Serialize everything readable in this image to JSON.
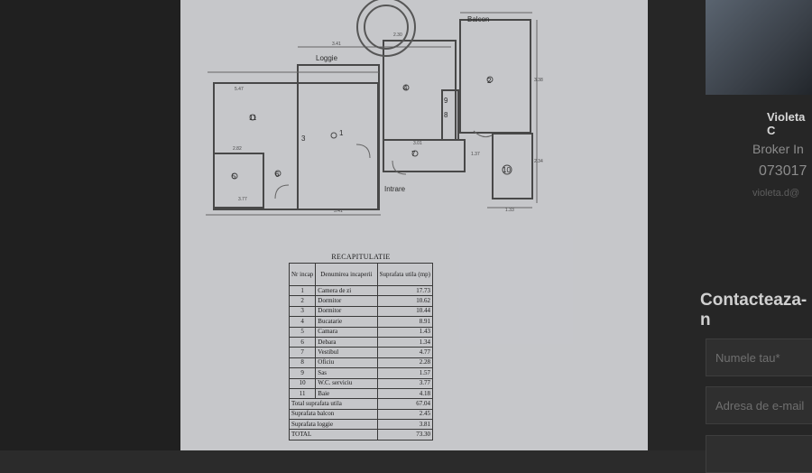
{
  "plan": {
    "labels": {
      "balcon": "Balcon",
      "loggie": "Loggie",
      "intrare": "Intrare"
    },
    "room_numbers": [
      "1",
      "2",
      "3",
      "4",
      "5",
      "6",
      "7",
      "8",
      "9",
      "10",
      "11"
    ],
    "dimensions": [
      "5.41",
      "3.01",
      "5.47",
      "2.82",
      "3.41",
      "3.38",
      "1.37",
      "1.33",
      "2.34",
      "2.30",
      "3.77"
    ]
  },
  "recap": {
    "title": "RECAPITULATIE",
    "headers": [
      "Nr incap",
      "Denumirea incaperii",
      "Suprafata utila (mp)"
    ],
    "rows": [
      {
        "nr": "1",
        "name": "Camera de zi",
        "area": "17.73"
      },
      {
        "nr": "2",
        "name": "Dormitor",
        "area": "10.62"
      },
      {
        "nr": "3",
        "name": "Dormitor",
        "area": "10.44"
      },
      {
        "nr": "4",
        "name": "Bucatarie",
        "area": "8.91"
      },
      {
        "nr": "5",
        "name": "Camara",
        "area": "1.43"
      },
      {
        "nr": "6",
        "name": "Debara",
        "area": "1.34"
      },
      {
        "nr": "7",
        "name": "Vestibul",
        "area": "4.77"
      },
      {
        "nr": "8",
        "name": "Oficiu",
        "area": "2.28"
      },
      {
        "nr": "9",
        "name": "Sas",
        "area": "1.57"
      },
      {
        "nr": "10",
        "name": "W.C. serviciu",
        "area": "3.77"
      },
      {
        "nr": "11",
        "name": "Baie",
        "area": "4.18"
      }
    ],
    "totals": [
      {
        "name": "Total suprafata utila",
        "area": "67.04"
      },
      {
        "name": "Suprafata balcon",
        "area": "2.45"
      },
      {
        "name": "Suprafata loggie",
        "area": "3.81"
      },
      {
        "name": "TOTAL",
        "area": "73.30"
      }
    ]
  },
  "agent": {
    "name": "Violeta C",
    "role": "Broker In",
    "phone": "073017",
    "email": "violeta.d@"
  },
  "contact": {
    "title": "Contacteaza-n",
    "name_placeholder": "Numele tau*",
    "email_placeholder": "Adresa de e-mail",
    "phone_placeholder": ""
  }
}
